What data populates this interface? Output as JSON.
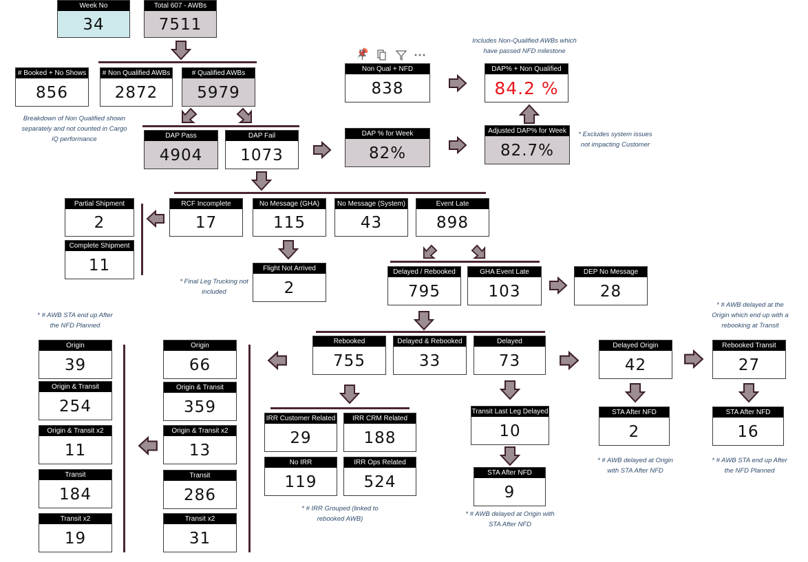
{
  "cards": {
    "week_no": {
      "label": "Week No",
      "value": "34"
    },
    "total_awbs": {
      "label": "Total 607 - AWBs",
      "value": "7511"
    },
    "booked_no_shows": {
      "label": "# Booked + No Shows",
      "value": "856"
    },
    "non_qualified": {
      "label": "# Non Qualified AWBs",
      "value": "2872"
    },
    "qualified": {
      "label": "# Qualified AWBs",
      "value": "5979"
    },
    "non_qual_nfd": {
      "label": "Non Qual + NFD",
      "value": "838"
    },
    "dap_non_qualified": {
      "label": "DAP% + Non Qualified",
      "value": "84.2 %"
    },
    "dap_pass": {
      "label": "DAP Pass",
      "value": "4904"
    },
    "dap_fail": {
      "label": "DAP Fail",
      "value": "1073"
    },
    "dap_week": {
      "label": "DAP % for Week",
      "value": "82%"
    },
    "adjusted_dap": {
      "label": "Adjusted DAP% for Week",
      "value": "82.7%"
    },
    "partial_shipment": {
      "label": "Partial Shipment",
      "value": "2"
    },
    "complete_shipment": {
      "label": "Complete Shipment",
      "value": "11"
    },
    "rcf_incomplete": {
      "label": "RCF Incomplete",
      "value": "17"
    },
    "no_message_gha": {
      "label": "No Message (GHA)",
      "value": "115"
    },
    "no_message_system": {
      "label": "No Message (System)",
      "value": "43"
    },
    "event_late": {
      "label": "Event Late",
      "value": "898"
    },
    "flight_not_arrived": {
      "label": "Flight Not Arrived",
      "value": "2"
    },
    "delayed_rebooked_top": {
      "label": "Delayed / Rebooked",
      "value": "795"
    },
    "gha_event_late": {
      "label": "GHA Event Late",
      "value": "103"
    },
    "dep_no_message": {
      "label": "DEP No Message",
      "value": "28"
    },
    "rebooked": {
      "label": "Rebooked",
      "value": "755"
    },
    "delayed_and_rebooked": {
      "label": "Delayed & Rebooked",
      "value": "33"
    },
    "delayed": {
      "label": "Delayed",
      "value": "73"
    },
    "delayed_origin": {
      "label": "Delayed Origin",
      "value": "42"
    },
    "rebooked_transit": {
      "label": "Rebooked Transit",
      "value": "27"
    },
    "sta_after_nfd_origin": {
      "label": "STA After NFD",
      "value": "2"
    },
    "sta_after_nfd_transit": {
      "label": "STA After NFD",
      "value": "16"
    },
    "transit_last_leg_delayed": {
      "label": "Transit Last Leg Delayed",
      "value": "10"
    },
    "sta_after_nfd_delayed": {
      "label": "STA After NFD",
      "value": "9"
    },
    "irr_customer": {
      "label": "IRR Customer Related",
      "value": "29"
    },
    "irr_crm": {
      "label": "IRR CRM Related",
      "value": "188"
    },
    "no_irr": {
      "label": "No IRR",
      "value": "119"
    },
    "irr_ops": {
      "label": "IRR Ops Related",
      "value": "524"
    },
    "mid_origin": {
      "label": "Origin",
      "value": "66"
    },
    "mid_origin_transit": {
      "label": "Origin & Transit",
      "value": "359"
    },
    "mid_origin_transit_x2": {
      "label": "Origin & Transit x2",
      "value": "13"
    },
    "mid_transit": {
      "label": "Transit",
      "value": "286"
    },
    "mid_transit_x2": {
      "label": "Transit x2",
      "value": "31"
    },
    "left_origin": {
      "label": "Origin",
      "value": "39"
    },
    "left_origin_transit": {
      "label": "Origin & Transit",
      "value": "254"
    },
    "left_origin_transit_x2": {
      "label": "Origin & Transit x2",
      "value": "11"
    },
    "left_transit": {
      "label": "Transit",
      "value": "184"
    },
    "left_transit_x2": {
      "label": "Transit x2",
      "value": "19"
    }
  },
  "notes": {
    "non_qualified_nfd": "Includes Non-Qualified AWBs which have passed NFD milestone",
    "breakdown": "Breakdown of Non Qualified shown separately and not counted in Cargo iQ performance",
    "excludes_system": "* Excludes system issues not impacting Customer",
    "final_leg": "* Final Leg Trucking not included",
    "awb_sta_left": "* # AWB STA end up After the NFD Planned",
    "awb_delayed_origin_rebook": "* # AWB delayed at the Origin which end up with a rebooking at Transit",
    "awb_delayed_origin_sta": "* # AWB delayed at Origin with STA After NFD",
    "awb_sta_right": "* # AWB STA end up After the NFD Planned",
    "irr_grouped": "* # IRR Grouped (linked to rebooked AWB)",
    "awb_delayed_origin_sta_2": "* # AWB delayed at Origin with STA After NFD"
  },
  "toolbar": {
    "pin_icon": "pin-icon",
    "copy_icon": "copy-icon",
    "filter_icon": "filter-icon",
    "more_icon": "more-icon"
  },
  "colors": {
    "card_shade": "#d3ccd0",
    "week_teal": "#cde9ec",
    "header_black": "#000000",
    "arrow_fill": "#9b8d92",
    "arrow_stroke": "#3d1f28",
    "line": "#4a2530",
    "note_text": "#2e4a6b",
    "highlight_red": "#e8141c"
  }
}
